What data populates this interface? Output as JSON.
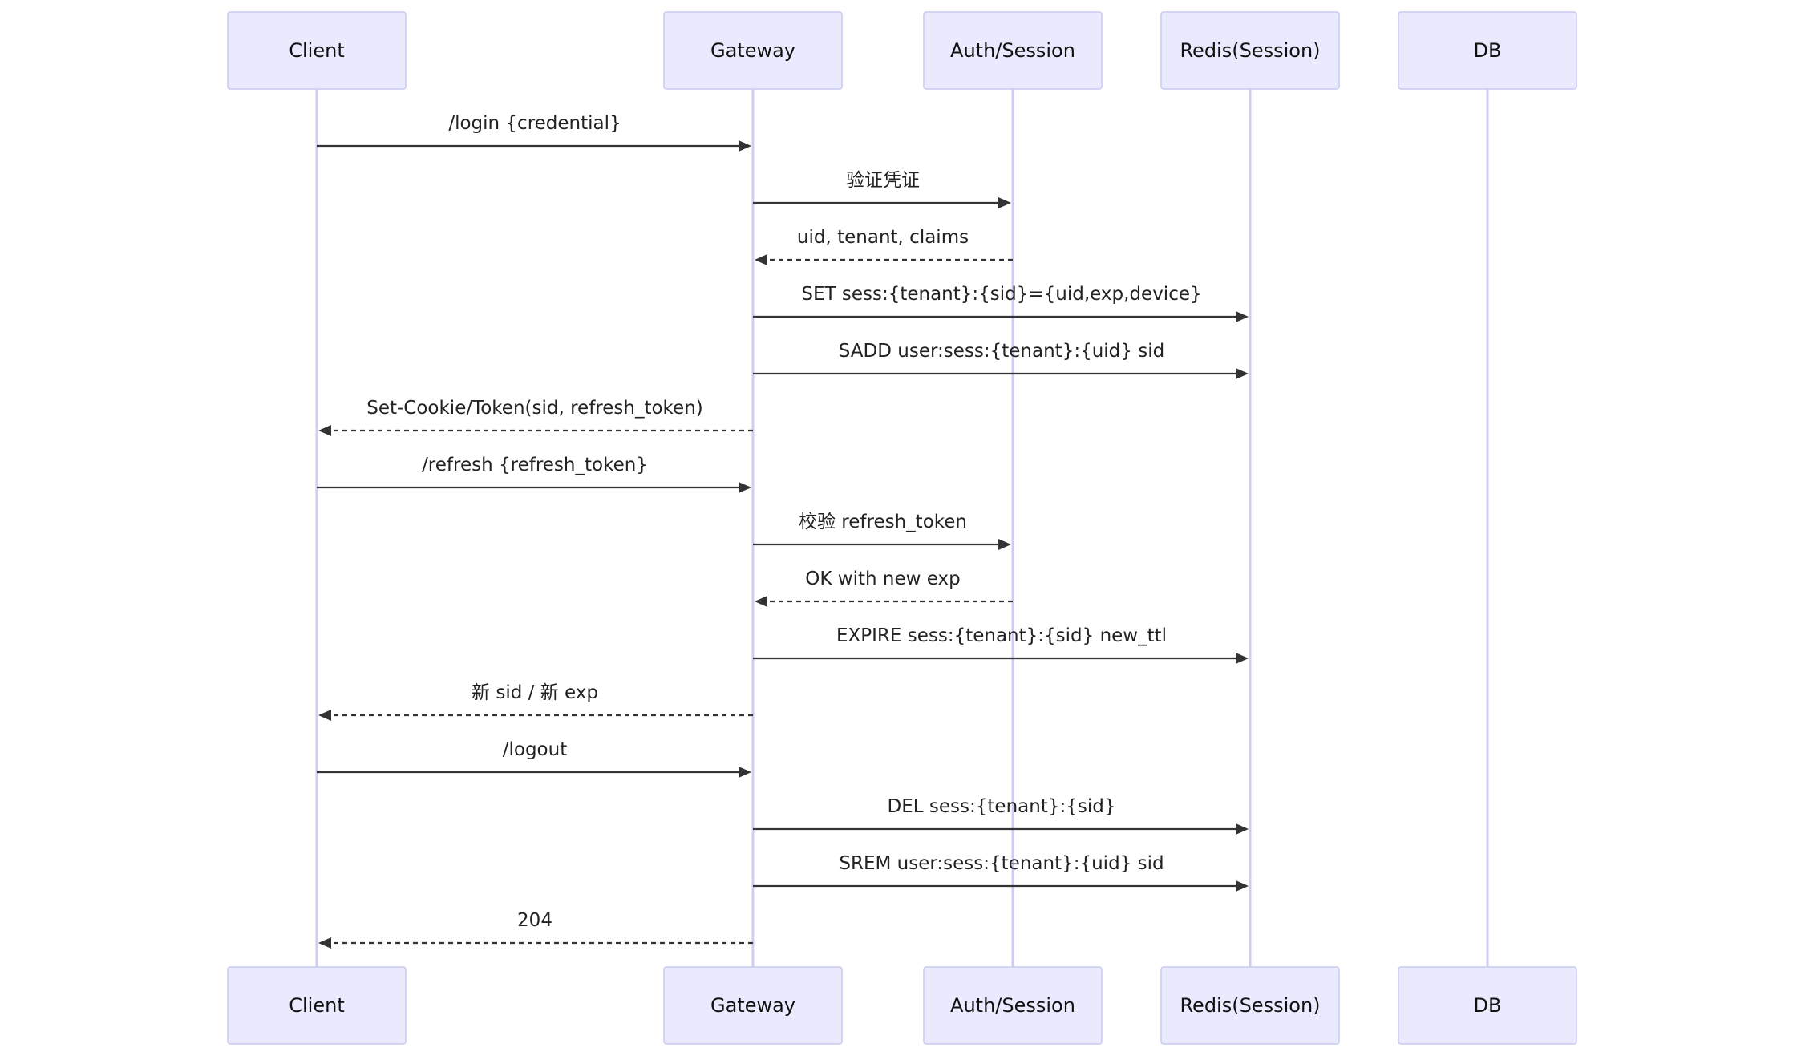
{
  "participants": [
    {
      "id": "client",
      "label": "Client"
    },
    {
      "id": "gateway",
      "label": "Gateway"
    },
    {
      "id": "auth",
      "label": "Auth/Session"
    },
    {
      "id": "redis",
      "label": "Redis(Session)"
    },
    {
      "id": "db",
      "label": "DB"
    }
  ],
  "messages": [
    {
      "from": "client",
      "to": "gateway",
      "text": "/login {credential}",
      "style": "solid"
    },
    {
      "from": "gateway",
      "to": "auth",
      "text": "验证凭证",
      "style": "solid"
    },
    {
      "from": "auth",
      "to": "gateway",
      "text": "uid, tenant, claims",
      "style": "dashed"
    },
    {
      "from": "gateway",
      "to": "redis",
      "text": "SET sess:{tenant}:{sid}={uid,exp,device}",
      "style": "solid"
    },
    {
      "from": "gateway",
      "to": "redis",
      "text": "SADD user:sess:{tenant}:{uid} sid",
      "style": "solid"
    },
    {
      "from": "gateway",
      "to": "client",
      "text": "Set-Cookie/Token(sid, refresh_token)",
      "style": "dashed"
    },
    {
      "from": "client",
      "to": "gateway",
      "text": "/refresh {refresh_token}",
      "style": "solid"
    },
    {
      "from": "gateway",
      "to": "auth",
      "text": "校验 refresh_token",
      "style": "solid"
    },
    {
      "from": "auth",
      "to": "gateway",
      "text": "OK with new exp",
      "style": "dashed"
    },
    {
      "from": "gateway",
      "to": "redis",
      "text": "EXPIRE sess:{tenant}:{sid} new_ttl",
      "style": "solid"
    },
    {
      "from": "gateway",
      "to": "client",
      "text": "新 sid / 新 exp",
      "style": "dashed"
    },
    {
      "from": "client",
      "to": "gateway",
      "text": "/logout",
      "style": "solid"
    },
    {
      "from": "gateway",
      "to": "redis",
      "text": "DEL sess:{tenant}:{sid}",
      "style": "solid"
    },
    {
      "from": "gateway",
      "to": "redis",
      "text": "SREM user:sess:{tenant}:{uid} sid",
      "style": "solid"
    },
    {
      "from": "gateway",
      "to": "client",
      "text": "204",
      "style": "dashed"
    }
  ],
  "colors": {
    "actor_fill": "#eaeafe",
    "actor_border": "#c9c9f0",
    "lifeline": "#cfcdf3",
    "message": "#333333"
  }
}
